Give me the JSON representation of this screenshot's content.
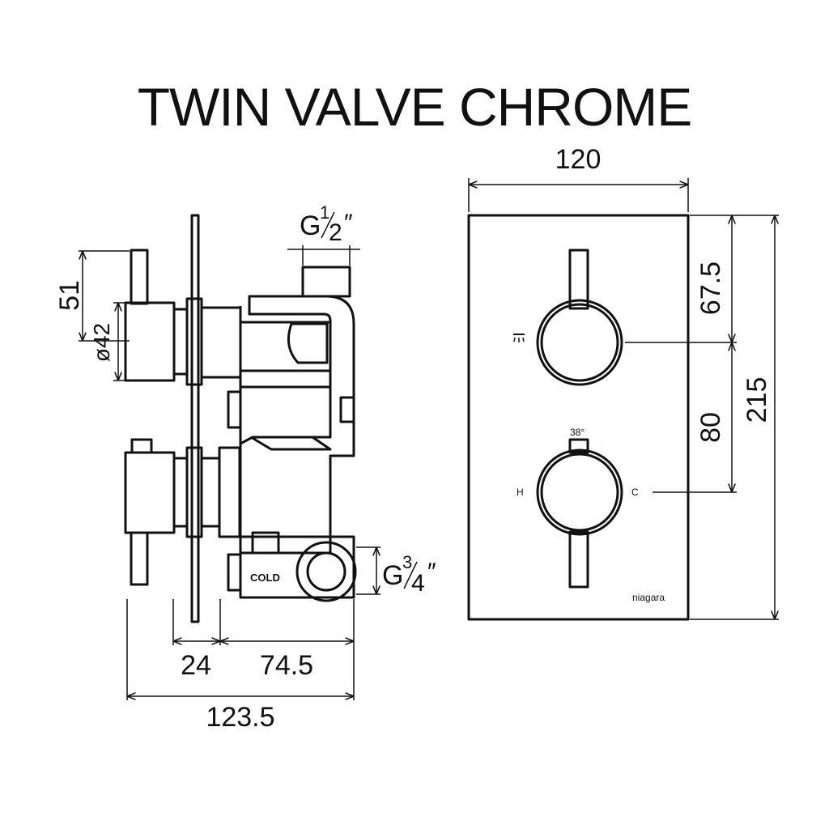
{
  "title": "TWIN VALVE CHROME",
  "dimensions": {
    "width_front": "120",
    "height_front": "215",
    "top_to_upper_handle": "67.5",
    "handle_spacing": "80",
    "side_handle_offset": "51",
    "handle_diameter": "ø42",
    "plate_depth": "24",
    "body_depth": "74.5",
    "total_depth": "123.5",
    "outlet_thread": {
      "base": "G",
      "num": "1",
      "den": "2",
      "mark": "″"
    },
    "inlet_thread": {
      "base": "G",
      "num": "3",
      "den": "4",
      "mark": "″"
    }
  },
  "labels": {
    "cold": "COLD",
    "temp": "38°",
    "hot": "H",
    "cold_short": "C",
    "brand": "niagara",
    "shower_icon": "shower-icon"
  }
}
